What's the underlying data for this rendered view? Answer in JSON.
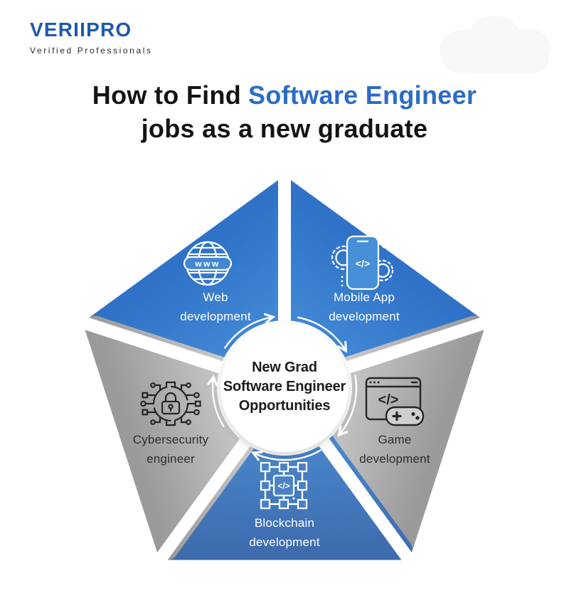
{
  "logo": {
    "name": "VERIIPRO",
    "tagline": "Verified Professionals"
  },
  "title": {
    "line1_black": "How to Find",
    "line1_blue": "Software Engineer",
    "line2": "jobs as a new graduate"
  },
  "center_circle": {
    "line1": "New Grad",
    "line2": "Software Engineer",
    "line3": "Opportunities"
  },
  "segments": [
    {
      "id": "web-development",
      "line1": "Web",
      "line2": "development",
      "icon": "globe-www-icon",
      "theme": "blue"
    },
    {
      "id": "mobile-app-development",
      "line1": "Mobile App",
      "line2": "development",
      "icon": "phone-code-gears-icon",
      "theme": "blue"
    },
    {
      "id": "game-development",
      "line1": "Game",
      "line2": "development",
      "icon": "browser-code-gamepad-icon",
      "theme": "gray"
    },
    {
      "id": "blockchain-development",
      "line1": "Blockchain",
      "line2": "development",
      "icon": "blockchain-network-icon",
      "theme": "blue"
    },
    {
      "id": "cybersecurity-engineer",
      "line1": "Cybersecurity",
      "line2": "engineer",
      "icon": "padlock-circuit-icon",
      "theme": "gray"
    }
  ],
  "icons": {
    "www_glyph": "www",
    "code_glyph": "</>"
  },
  "colors": {
    "blue_gradient_start": "#4E95DD",
    "blue_gradient_end": "#2F72C8",
    "blockchain_gradient_end": "#3E6CAE",
    "gray_gradient_start": "#DEDEDE",
    "gray_gradient_end": "#9A9A9A",
    "title_blue": "#2B6CC6",
    "logo_blue": "#1E5AAC",
    "arrow_white": "#FFFFFF"
  }
}
